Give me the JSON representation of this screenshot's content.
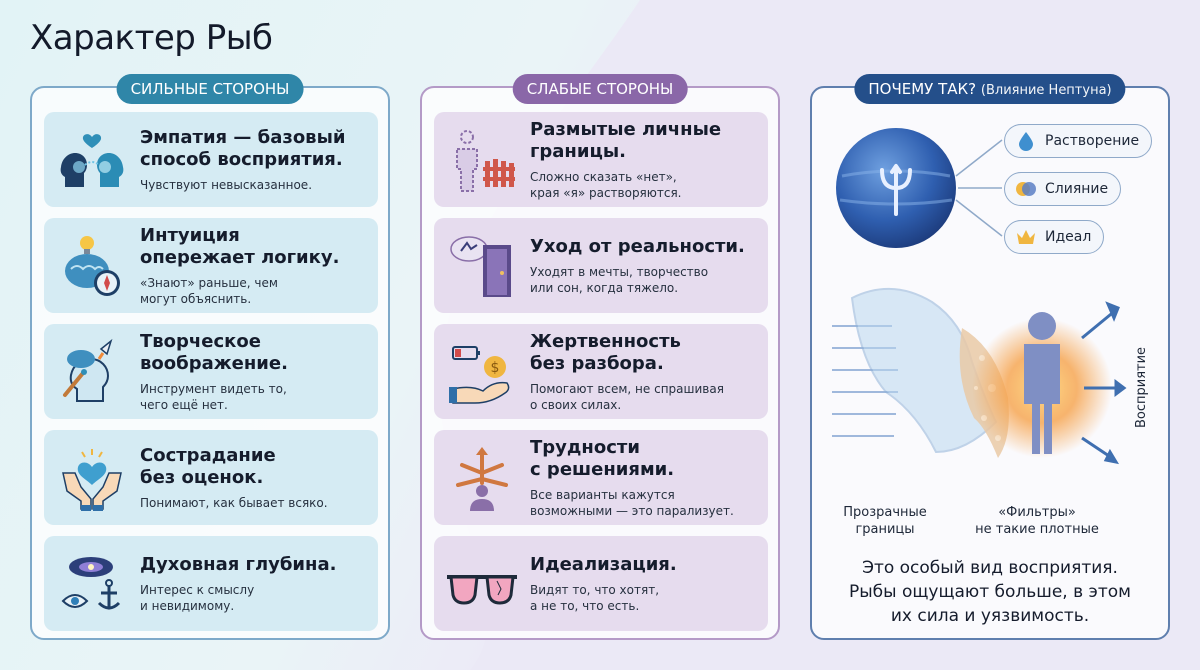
{
  "title": "Характер Рыб",
  "strengths": {
    "label": "СИЛЬНЫЕ СТОРОНЫ",
    "items": [
      {
        "icon": "empathy-heads-icon",
        "title": [
          "Эмпатия — базовый",
          "способ восприятия."
        ],
        "text": [
          "Чувствуют невысказанное."
        ]
      },
      {
        "icon": "intuition-brain-compass-icon",
        "title": [
          "Интуиция",
          "опережает логику."
        ],
        "text": [
          "«Знают» раньше, чем",
          "могут объяснить."
        ]
      },
      {
        "icon": "imagination-head-rocket-icon",
        "title": [
          "Творческое",
          "воображение."
        ],
        "text": [
          "Инструмент видеть то,",
          "чего ещё нет."
        ]
      },
      {
        "icon": "compassion-hands-heart-icon",
        "title": [
          "Сострадание",
          "без оценок."
        ],
        "text": [
          "Понимают, как бывает всяко."
        ]
      },
      {
        "icon": "spiritual-galaxy-eye-anchor-icon",
        "title": [
          "Духовная глубина."
        ],
        "text": [
          "Интерес к смыслу",
          "и невидимому."
        ]
      }
    ]
  },
  "weaknesses": {
    "label": "СЛАБЫЕ СТОРОНЫ",
    "items": [
      {
        "icon": "blurred-person-fence-icon",
        "title": [
          "Размытые личные",
          "границы."
        ],
        "text": [
          "Сложно сказать «нет»,",
          "края «я» растворяются."
        ]
      },
      {
        "icon": "escape-door-dream-icon",
        "title": [
          "Уход от реальности."
        ],
        "text": [
          "Уходят в мечты, творчество",
          "или сон, когда тяжело."
        ]
      },
      {
        "icon": "sacrifice-hand-coin-battery-icon",
        "title": [
          "Жертвенность",
          "без разбора."
        ],
        "text": [
          "Помогают всем, не спрашивая",
          "о своих силах."
        ]
      },
      {
        "icon": "decision-arrows-person-icon",
        "title": [
          "Трудности",
          "с решениями."
        ],
        "text": [
          "Все варианты кажутся",
          "возможными — это парализует."
        ]
      },
      {
        "icon": "idealization-rose-glasses-icon",
        "title": [
          "Идеализация."
        ],
        "text": [
          "Видят то, что хотят,",
          "а не то, что есть."
        ]
      }
    ]
  },
  "why": {
    "label": "ПОЧЕМУ ТАК?",
    "note": "(Влияние Нептуна)",
    "chips": [
      {
        "icon": "droplet-icon",
        "label": "Растворение"
      },
      {
        "icon": "merge-circles-icon",
        "label": "Слияние"
      },
      {
        "icon": "crown-icon",
        "label": "Идеал"
      }
    ],
    "planet_icon": "neptune-trident-icon",
    "perception_label": "Восприятие",
    "caption_left": [
      "Прозрачные",
      "границы"
    ],
    "caption_right": [
      "«Фильтры»",
      "не такие плотные"
    ],
    "summary": [
      "Это особый вид восприятия.",
      "Рыбы ощущают больше, в этом",
      "их сила и уязвимость."
    ]
  }
}
